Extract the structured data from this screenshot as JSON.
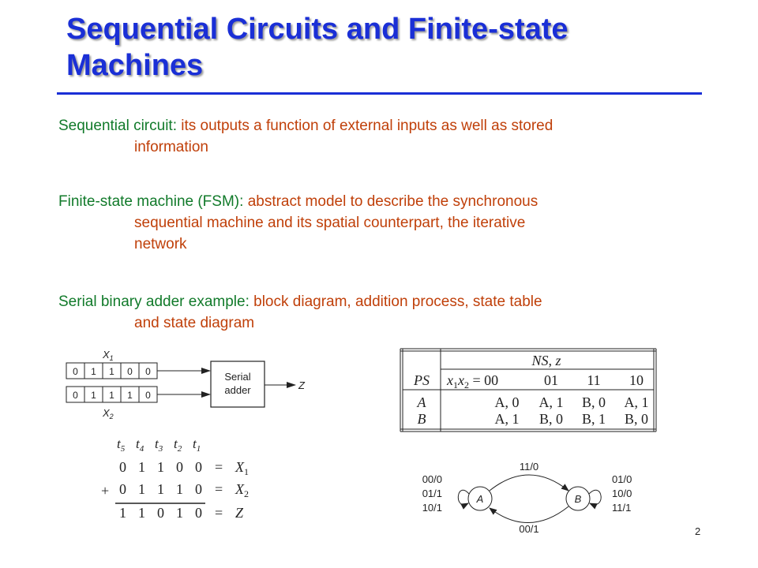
{
  "slide": {
    "title_line1": "Sequential Circuits and Finite-state",
    "title_line2": "Machines",
    "page_number": "2"
  },
  "bullets": [
    {
      "term": "Sequential circuit",
      "sep": ": ",
      "line1": "its outputs a function of external inputs as well as stored",
      "line2": "information"
    },
    {
      "term": "Finite-state machine (FSM)",
      "sep": ": ",
      "line1": "abstract model to describe the synchronous",
      "line2": "sequential machine and its spatial counterpart, the iterative",
      "line3": "network"
    },
    {
      "term": "Serial binary adder example",
      "sep": ": ",
      "line1": "block diagram, addition process, state table",
      "line2": "and state diagram"
    }
  ],
  "block_diagram": {
    "x1_label": "X",
    "x1_sub": "1",
    "x2_label": "X",
    "x2_sub": "2",
    "input1_bits": [
      "0",
      "1",
      "1",
      "0",
      "0"
    ],
    "input2_bits": [
      "0",
      "1",
      "1",
      "1",
      "0"
    ],
    "box_line1": "Serial",
    "box_line2": "adder",
    "output_label": "Z"
  },
  "addition": {
    "times": [
      "t5",
      "t4",
      "t3",
      "t2",
      "t1"
    ],
    "time_letter": "t",
    "time_subs": [
      "5",
      "4",
      "3",
      "2",
      "1"
    ],
    "row1": [
      "0",
      "1",
      "1",
      "0",
      "0"
    ],
    "row2": [
      "0",
      "1",
      "1",
      "1",
      "0"
    ],
    "row3": [
      "1",
      "1",
      "0",
      "1",
      "0"
    ],
    "plus": "+",
    "eq": "=",
    "r1_name": "X",
    "r1_sub": "1",
    "r2_name": "X",
    "r2_sub": "2",
    "r3_name": "Z"
  },
  "state_table": {
    "ps_header": "PS",
    "ns_header": "NS, z",
    "input_prefix": "x",
    "input_sub1": "1",
    "input_sub2": "2",
    "input_eq": " = 00",
    "cols": [
      "01",
      "11",
      "10"
    ],
    "rows": [
      {
        "ps": "A",
        "cells": [
          "A, 0",
          "A, 1",
          "B, 0",
          "A, 1"
        ]
      },
      {
        "ps": "B",
        "cells": [
          "A, 1",
          "B, 0",
          "B, 1",
          "B, 0"
        ]
      }
    ]
  },
  "state_diagram": {
    "state_a": "A",
    "state_b": "B",
    "top_label": "11/0",
    "bottom_label": "00/1",
    "left_loop": [
      "00/0",
      "01/1",
      "10/1"
    ],
    "right_loop": [
      "01/0",
      "10/0",
      "11/1"
    ]
  }
}
